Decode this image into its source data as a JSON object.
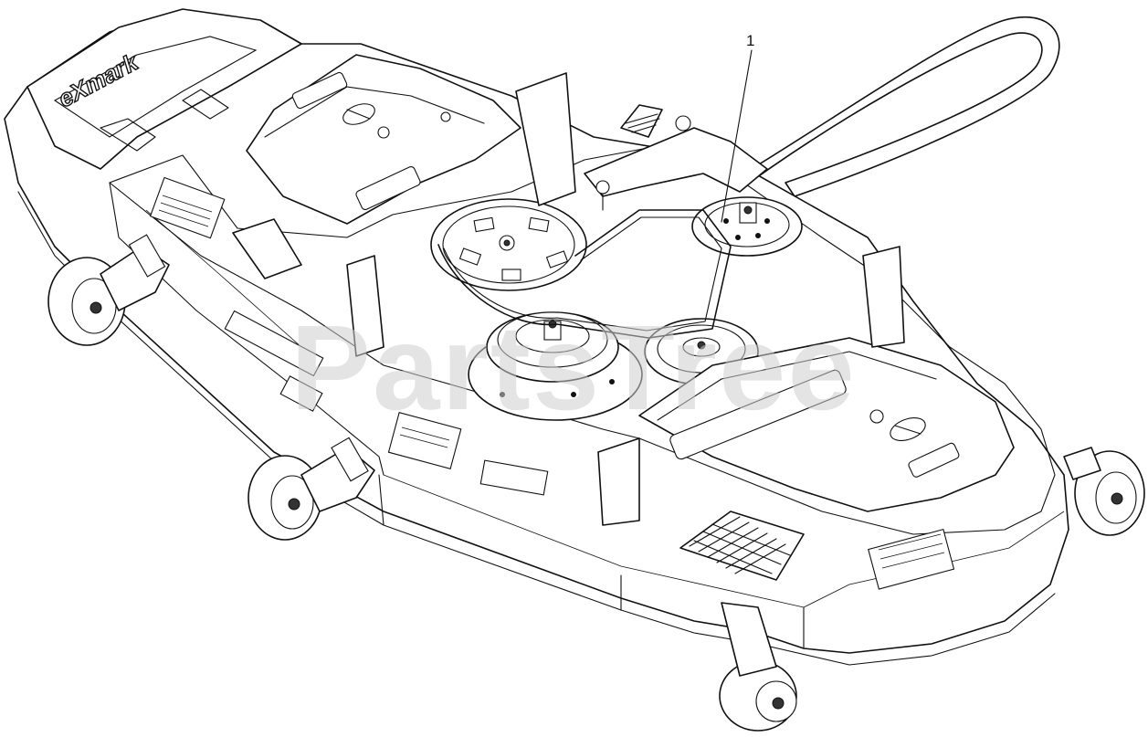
{
  "diagram": {
    "callouts": [
      {
        "label": "1"
      }
    ],
    "watermark": "PartsTree",
    "deck_brand": "eXmark"
  }
}
